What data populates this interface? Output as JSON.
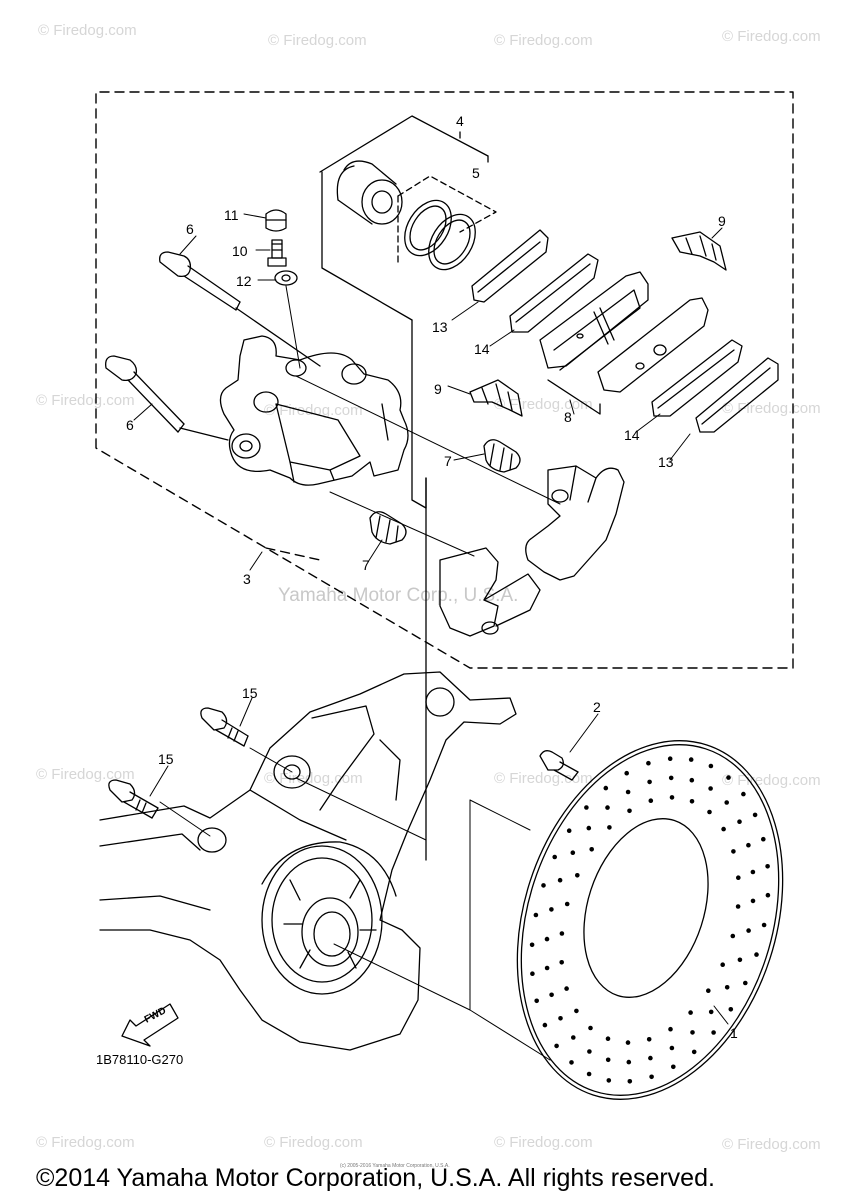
{
  "watermark_text": "© Firedog.com",
  "center_watermark": "Yamaha Motor Corp., U.S.A.",
  "diagram_code": "1B78110-G270",
  "fwd_label": "FWD",
  "fine_print": "(c) 2005-2016 Yamaha Motor Corporation, U.S.A.",
  "copyright": "©2014 Yamaha Motor Corporation, U.S.A. All rights reserved.",
  "callouts": {
    "c1": "1",
    "c2": "2",
    "c3": "3",
    "c4": "4",
    "c5": "5",
    "c6a": "6",
    "c6b": "6",
    "c7a": "7",
    "c7b": "7",
    "c8": "8",
    "c9a": "9",
    "c9b": "9",
    "c10": "10",
    "c11": "11",
    "c12": "12",
    "c13a": "13",
    "c13b": "13",
    "c14a": "14",
    "c14b": "14",
    "c15a": "15",
    "c15b": "15"
  }
}
